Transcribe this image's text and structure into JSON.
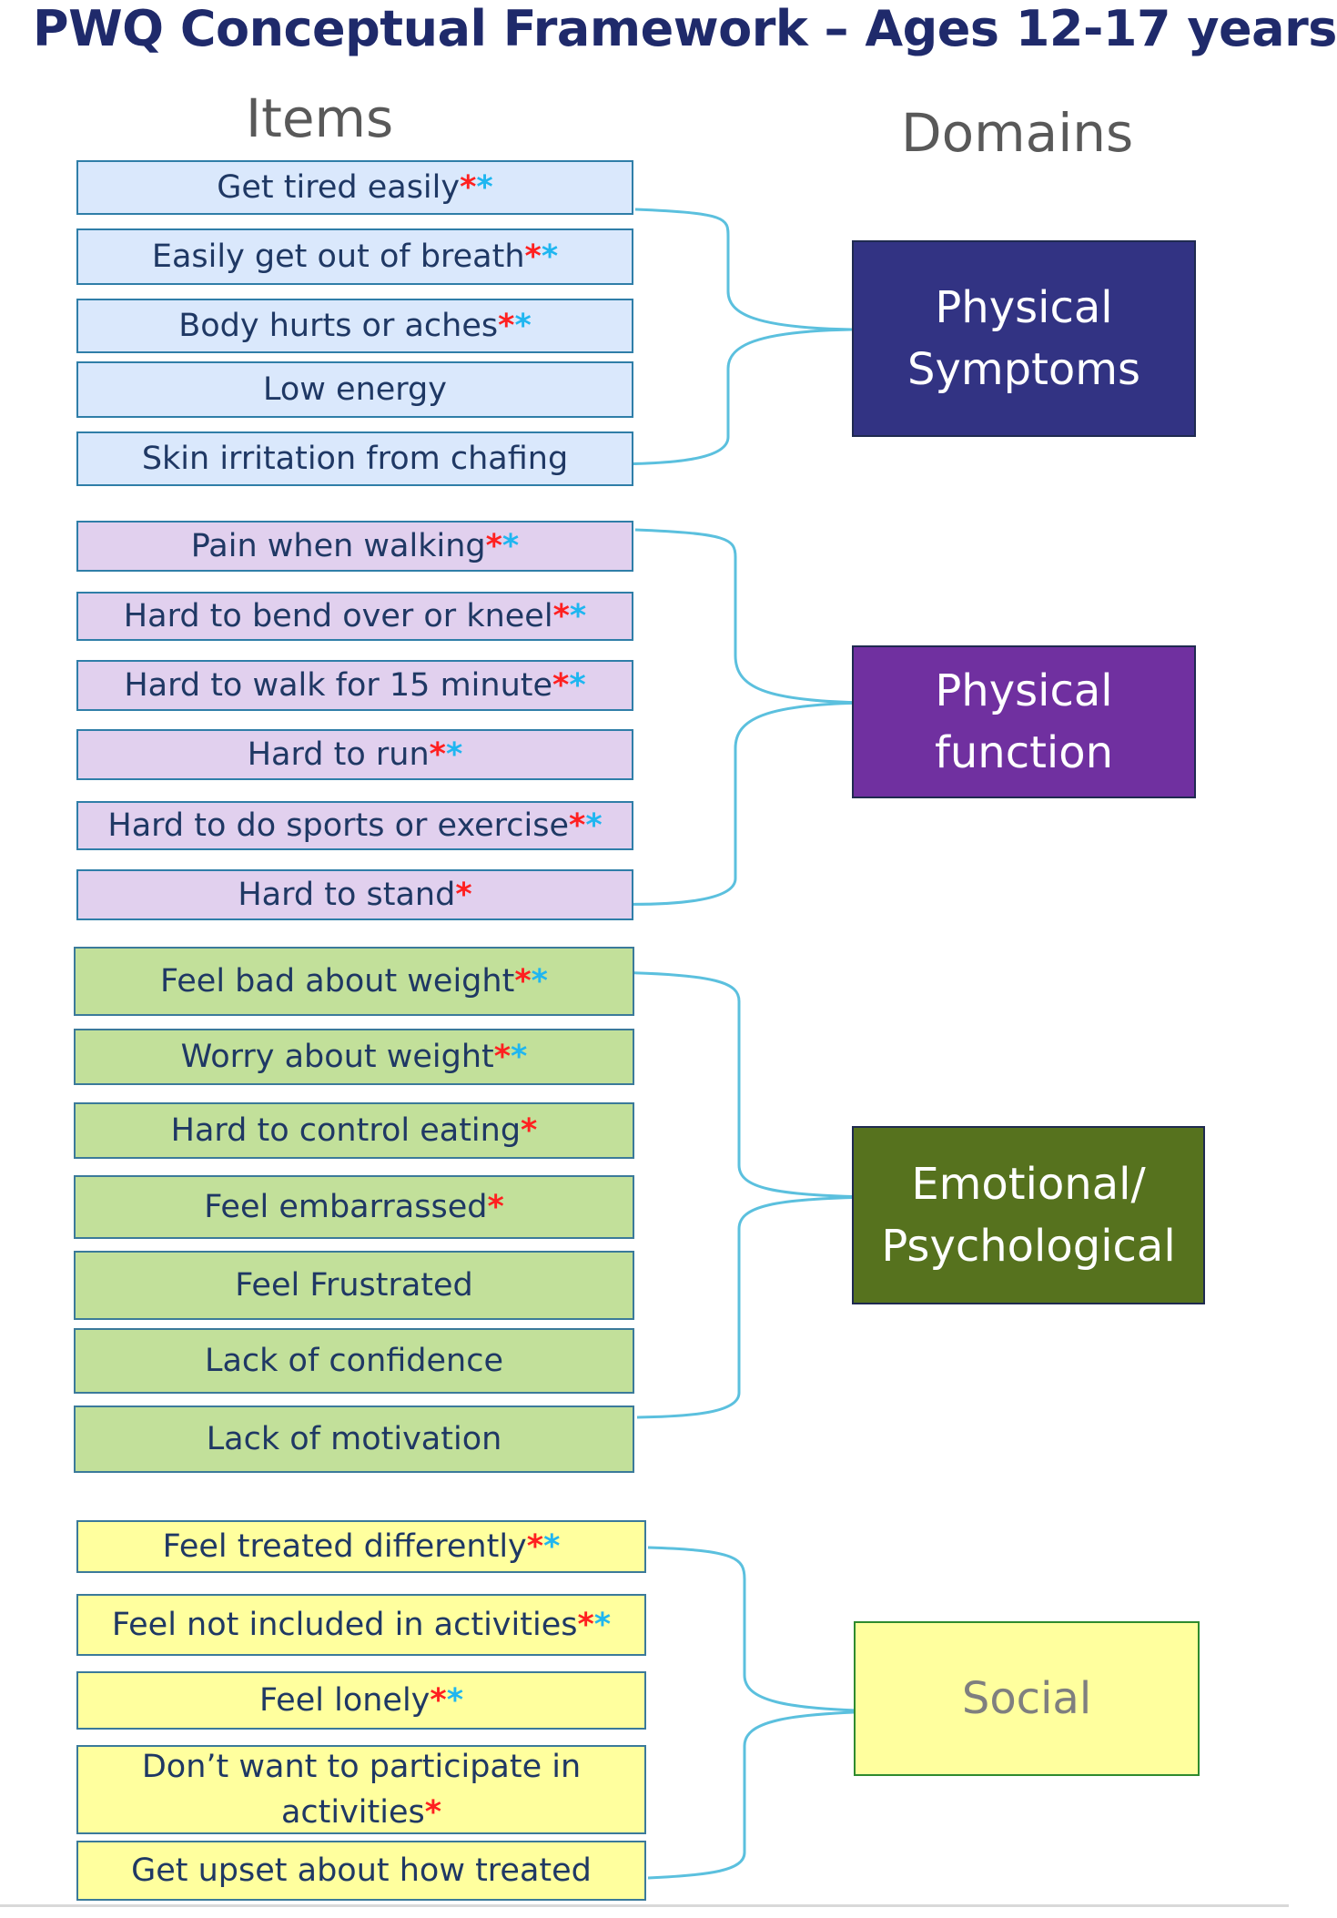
{
  "title": "PWQ Conceptual Framework – Ages 12-17 years",
  "headers": {
    "items": "Items",
    "domains": "Domains"
  },
  "colors": {
    "star_red": "#ff2020",
    "star_blue": "#1fb6f0",
    "connector": "#5bc0de",
    "physical_symptoms": "#323383",
    "physical_function": "#7030a0",
    "emotional": "#56721e",
    "social": "#ffff9e"
  },
  "domains": [
    {
      "id": "ps",
      "label": "Physical\nSymptoms",
      "fill": "#323383",
      "text": "#ffffff"
    },
    {
      "id": "pf",
      "label": "Physical\nfunction",
      "fill": "#7030a0",
      "text": "#ffffff"
    },
    {
      "id": "em",
      "label": "Emotional/\nPsychological",
      "fill": "#56721e",
      "text": "#ffffff"
    },
    {
      "id": "so",
      "label": "Social",
      "fill": "#ffff9e",
      "text": "#7f7f7f"
    }
  ],
  "items": {
    "ps": [
      {
        "text": "Get tired easily",
        "red": true,
        "blue": true
      },
      {
        "text": "Easily get out of breath",
        "red": true,
        "blue": true
      },
      {
        "text": "Body hurts or aches",
        "red": true,
        "blue": true
      },
      {
        "text": "Low energy",
        "red": false,
        "blue": false
      },
      {
        "text": "Skin irritation from chafing",
        "red": false,
        "blue": false
      }
    ],
    "pf": [
      {
        "text": "Pain when walking",
        "red": true,
        "blue": true
      },
      {
        "text": "Hard to bend over or kneel",
        "red": true,
        "blue": true
      },
      {
        "text": "Hard to walk for 15 minute",
        "red": true,
        "blue": true
      },
      {
        "text": "Hard to run",
        "red": true,
        "blue": true
      },
      {
        "text": "Hard to do sports or exercise",
        "red": true,
        "blue": true
      },
      {
        "text": "Hard to stand",
        "red": true,
        "blue": false
      }
    ],
    "em": [
      {
        "text": "Feel bad about weight",
        "red": true,
        "blue": true
      },
      {
        "text": "Worry about weight",
        "red": true,
        "blue": true
      },
      {
        "text": "Hard to control eating",
        "red": true,
        "blue": false
      },
      {
        "text": "Feel embarrassed",
        "red": true,
        "blue": false
      },
      {
        "text": "Feel Frustrated",
        "red": false,
        "blue": false
      },
      {
        "text": "Lack of confidence",
        "red": false,
        "blue": false
      },
      {
        "text": "Lack of motivation",
        "red": false,
        "blue": false
      }
    ],
    "so": [
      {
        "text": "Feel treated differently",
        "red": true,
        "blue": true
      },
      {
        "text": "Feel not included in activities",
        "red": true,
        "blue": true
      },
      {
        "text": "Feel lonely",
        "red": true,
        "blue": true
      },
      {
        "text": "Don’t want to participate in activities",
        "red": true,
        "blue": false
      },
      {
        "text": "Get upset about how treated",
        "red": false,
        "blue": false
      }
    ]
  }
}
